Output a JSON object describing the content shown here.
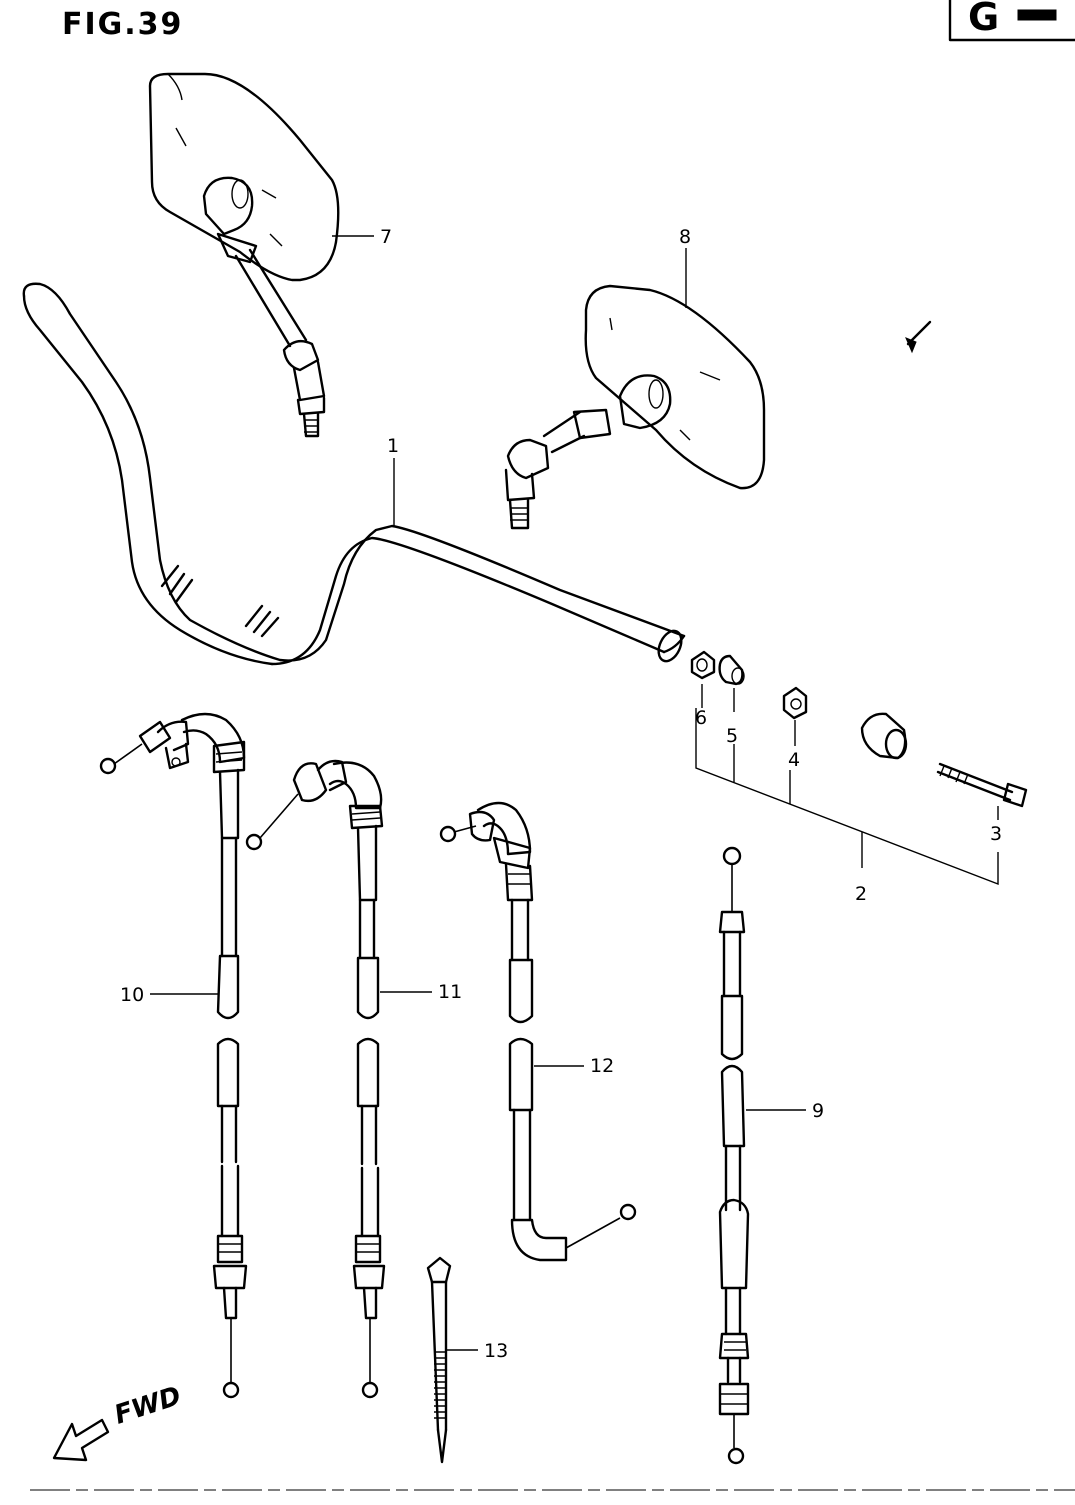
{
  "header": {
    "fig_label": "FIG.39",
    "section_tag": "G"
  },
  "direction": {
    "label": "FWD",
    "icon": "forward-arrow-icon"
  },
  "callouts": {
    "p1": "1",
    "p2": "2",
    "p3": "3",
    "p4": "4",
    "p5": "5",
    "p6": "6",
    "p7": "7",
    "p8": "8",
    "p9": "9",
    "p10": "10",
    "p11": "11",
    "p12": "12",
    "p13": "13"
  }
}
